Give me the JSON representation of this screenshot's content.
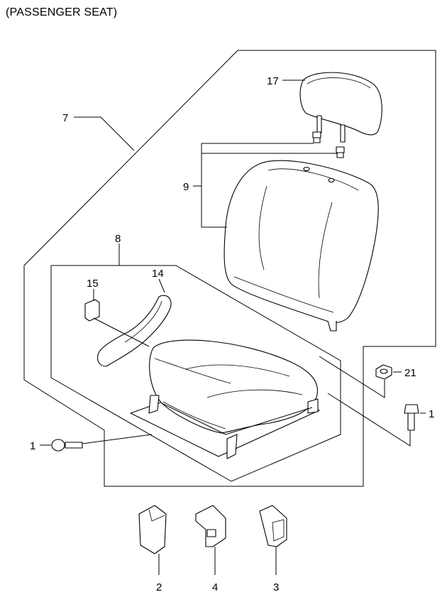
{
  "title": "(PASSENGER SEAT)",
  "callouts": {
    "c17": "17",
    "c7": "7",
    "c9": "9",
    "c8": "8",
    "c15": "15",
    "c14": "14",
    "c21": "21",
    "c1_right": "1",
    "c1_left": "1",
    "c2": "2",
    "c4": "4",
    "c3": "3"
  }
}
